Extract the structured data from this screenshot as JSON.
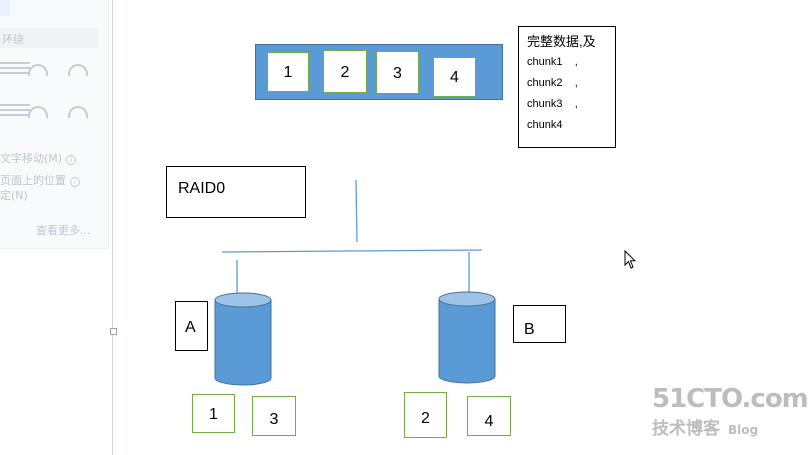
{
  "panel": {
    "section_title": "环绕",
    "option_move": "文字移动(M)",
    "option_fix_line1": "页面上的位置",
    "option_fix_line2": "定(N)",
    "more_link": "查看更多..."
  },
  "diagram": {
    "data_blocks": [
      "1",
      "2",
      "3",
      "4"
    ],
    "note": {
      "title": "完整数据,及",
      "rows": [
        "chunk1    ,",
        "chunk2    ,",
        "chunk3    ,",
        "chunk4"
      ]
    },
    "raid_label": "RAID0",
    "disk_a": {
      "label": "A",
      "chunks": [
        "1",
        "3"
      ]
    },
    "disk_b": {
      "label": "B",
      "chunks": [
        "2",
        "4"
      ]
    },
    "colors": {
      "bar_fill": "#5b9bd5",
      "chunk_border": "#70ad47",
      "line": "#5b9bd5"
    }
  },
  "watermark": {
    "main": "51CTO.com",
    "sub": "技术博客",
    "blog": "Blog"
  }
}
